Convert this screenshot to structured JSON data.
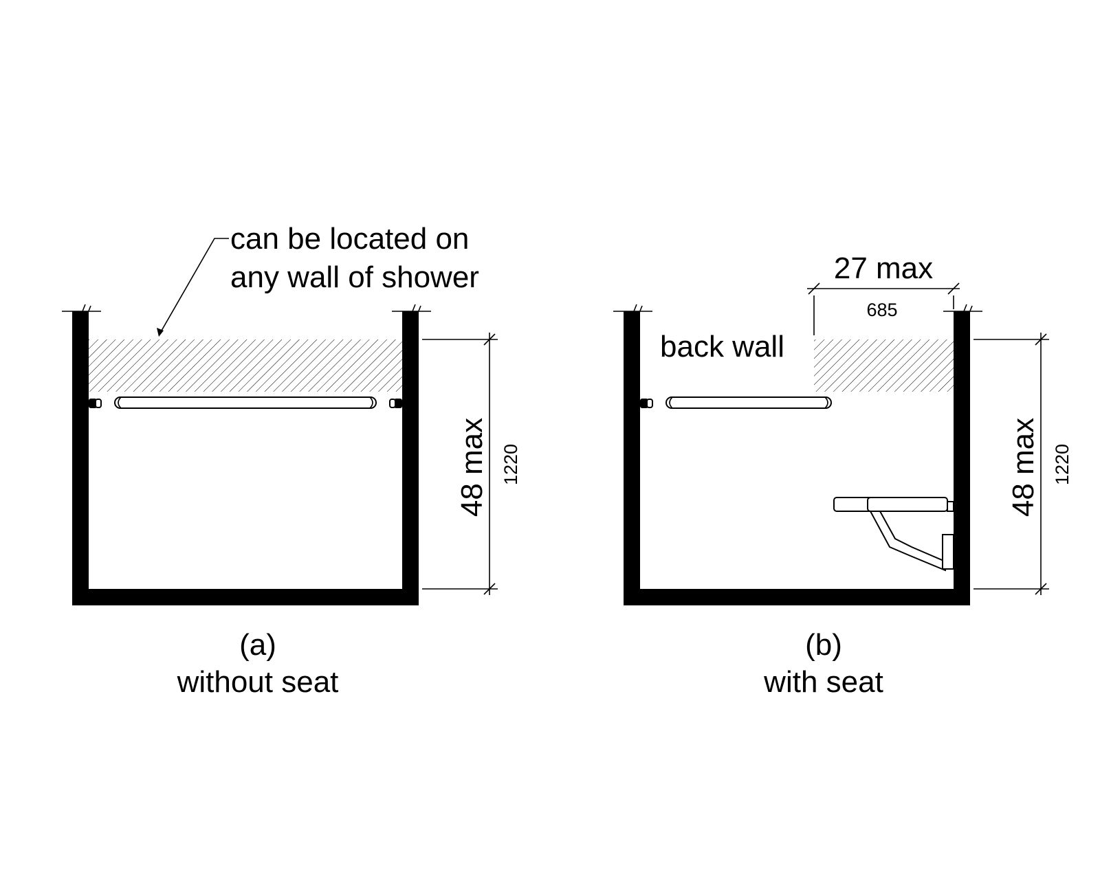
{
  "diagram_a": {
    "note_line1": "can be located on",
    "note_line2": "any wall of shower",
    "height_label": "48 max",
    "height_metric": "1220",
    "caption_id": "(a)",
    "caption_text": "without seat"
  },
  "diagram_b": {
    "width_label": "27 max",
    "width_metric": "685",
    "back_wall_label": "back wall",
    "height_label": "48 max",
    "height_metric": "1220",
    "caption_id": "(b)",
    "caption_text": "with seat"
  },
  "colors": {
    "line": "#000000",
    "background": "#ffffff"
  }
}
